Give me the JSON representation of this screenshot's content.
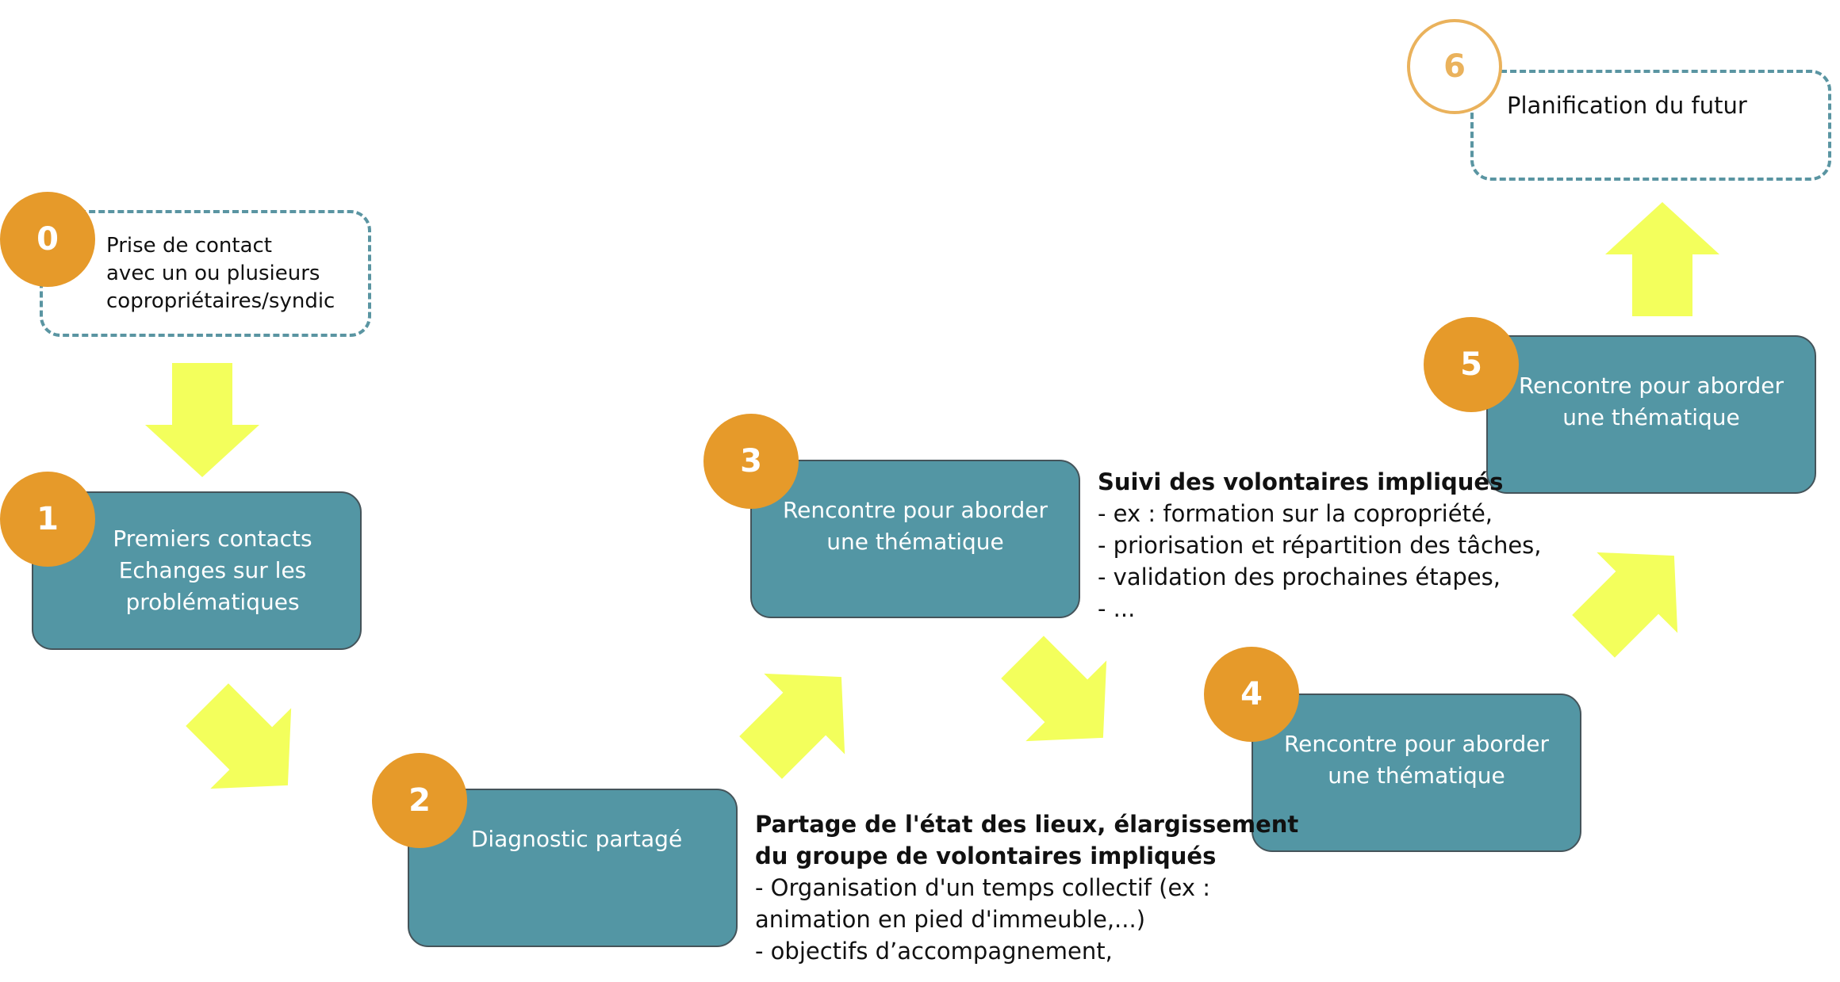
{
  "colors": {
    "box_fill": "#5396a4",
    "box_border": "#45545a",
    "dashed_border": "#5a95a2",
    "circle_fill": "#e69a2a",
    "circle_outline": "#eab25c",
    "arrow": "#f3ff5c"
  },
  "steps": [
    {
      "number": "0",
      "lines": [
        "Prise de contact",
        "avec un ou plusieurs",
        "copropriétaires/syndic"
      ]
    },
    {
      "number": "1",
      "lines": [
        "Premiers contacts",
        "Echanges sur les",
        "problématiques"
      ]
    },
    {
      "number": "2",
      "lines": [
        "Diagnostic partagé"
      ]
    },
    {
      "number": "3",
      "lines": [
        "Rencontre pour aborder",
        "une thématique"
      ]
    },
    {
      "number": "4",
      "lines": [
        "Rencontre pour aborder",
        "une thématique"
      ]
    },
    {
      "number": "5",
      "lines": [
        "Rencontre pour aborder",
        "une thématique"
      ]
    },
    {
      "number": "6",
      "lines": [
        "Planification du futur"
      ]
    }
  ],
  "notes": {
    "step2": {
      "title_lines": [
        "Partage de l'état des lieux, élargissement",
        "du groupe de volontaires impliqués"
      ],
      "lines": [
        "- Organisation d'un temps collectif (ex :",
        "animation en pied d'immeuble,...)",
        "- objectifs d’accompagnement,"
      ]
    },
    "step3": {
      "title_lines": [
        "Suivi des volontaires impliqués"
      ],
      "lines": [
        "- ex : formation sur la copropriété,",
        "- priorisation et répartition des tâches,",
        "- validation des prochaines étapes,",
        "- ..."
      ]
    }
  }
}
